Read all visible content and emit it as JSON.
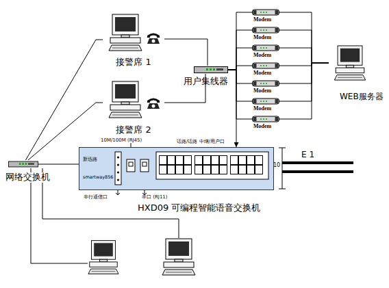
{
  "diagram": {
    "nodes": [
      {
        "text": [
          "接警席 1"
        ]
      },
      {
        "text": [
          "Modem"
        ]
      },
      {
        "text": [
          "Modem"
        ]
      },
      {
        "text": [
          "Modem"
        ]
      },
      {
        "text": [
          "Modem"
        ]
      },
      {
        "text": [
          "Modem"
        ]
      },
      {
        "text": [
          "Modem"
        ]
      },
      {
        "text": [
          "Modem"
        ]
      },
      {
        "text": [
          "WEB服务器"
        ]
      },
      {
        "text": [
          "用户集线器"
        ]
      },
      {
        "text": [
          "接警席 2"
        ]
      },
      {
        "text": [
          "网络交换机"
        ]
      },
      {
        "text": [
          "新迅路 smartway856",
          "HXD09 可编程智能语音交换机"
        ]
      }
    ],
    "edges": [
      {
        "from": 0,
        "to": 9,
        "arrow": "none"
      },
      {
        "from": 10,
        "to": 9,
        "arrow": "none"
      },
      {
        "from": 9,
        "to": 1,
        "arrow": "none"
      },
      {
        "from": 9,
        "to": 2,
        "arrow": "none"
      },
      {
        "from": 9,
        "to": 3,
        "arrow": "none"
      },
      {
        "from": 9,
        "to": 4,
        "arrow": "none"
      },
      {
        "from": 9,
        "to": 5,
        "arrow": "none"
      },
      {
        "from": 9,
        "to": 6,
        "arrow": "none"
      },
      {
        "from": 9,
        "to": 7,
        "arrow": "none"
      },
      {
        "from": 1,
        "to": 8,
        "arrow": "none"
      },
      {
        "from": 2,
        "to": 8,
        "arrow": "none"
      },
      {
        "from": 3,
        "to": 8,
        "arrow": "none"
      },
      {
        "from": 4,
        "to": 8,
        "arrow": "none"
      },
      {
        "from": 5,
        "to": 8,
        "arrow": "none"
      },
      {
        "from": 6,
        "to": 8,
        "arrow": "none"
      },
      {
        "from": 7,
        "to": 8,
        "arrow": "none"
      },
      {
        "from": 11,
        "to": 0,
        "arrow": "none"
      },
      {
        "from": 11,
        "to": 10,
        "arrow": "none"
      },
      {
        "from": 11,
        "to": 12,
        "arrow": "none"
      },
      {
        "from": 9,
        "to": 12,
        "arrow": "to"
      }
    ],
    "labels": [
      "10M/100M (RJ45)",
      "话路/话路 中继/用户口",
      "串行通信口",
      "串口 (RJ11)",
      "E 1",
      "10"
    ]
  }
}
